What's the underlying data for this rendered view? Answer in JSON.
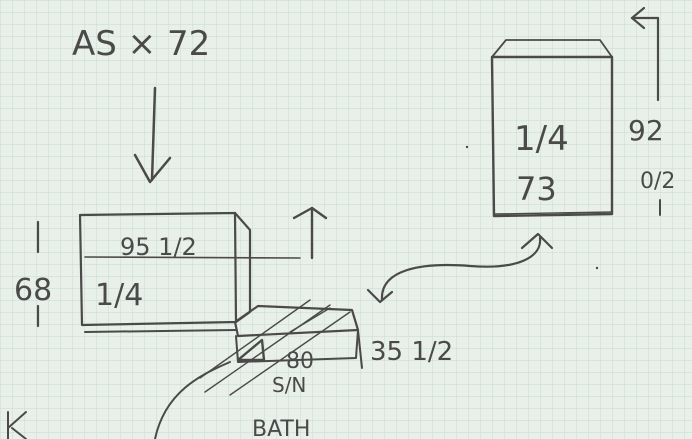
{
  "sketch": {
    "top_label": "AS × 72",
    "left_box": {
      "height_label": "68",
      "width_label": "95 1/2",
      "fraction_label": "1/4"
    },
    "right_box": {
      "fraction_label": "1/4",
      "number_label": "73",
      "side_label_top": "92",
      "side_label_bottom": "0/2"
    },
    "bench": {
      "depth_label": "35 1/2",
      "number_label": "80",
      "code_label": "S/N",
      "bottom_label": "BATH"
    }
  },
  "colors": {
    "paper": "#e9efe9",
    "grid": "#b8d6cc",
    "pencil": "#4a4a4a"
  }
}
